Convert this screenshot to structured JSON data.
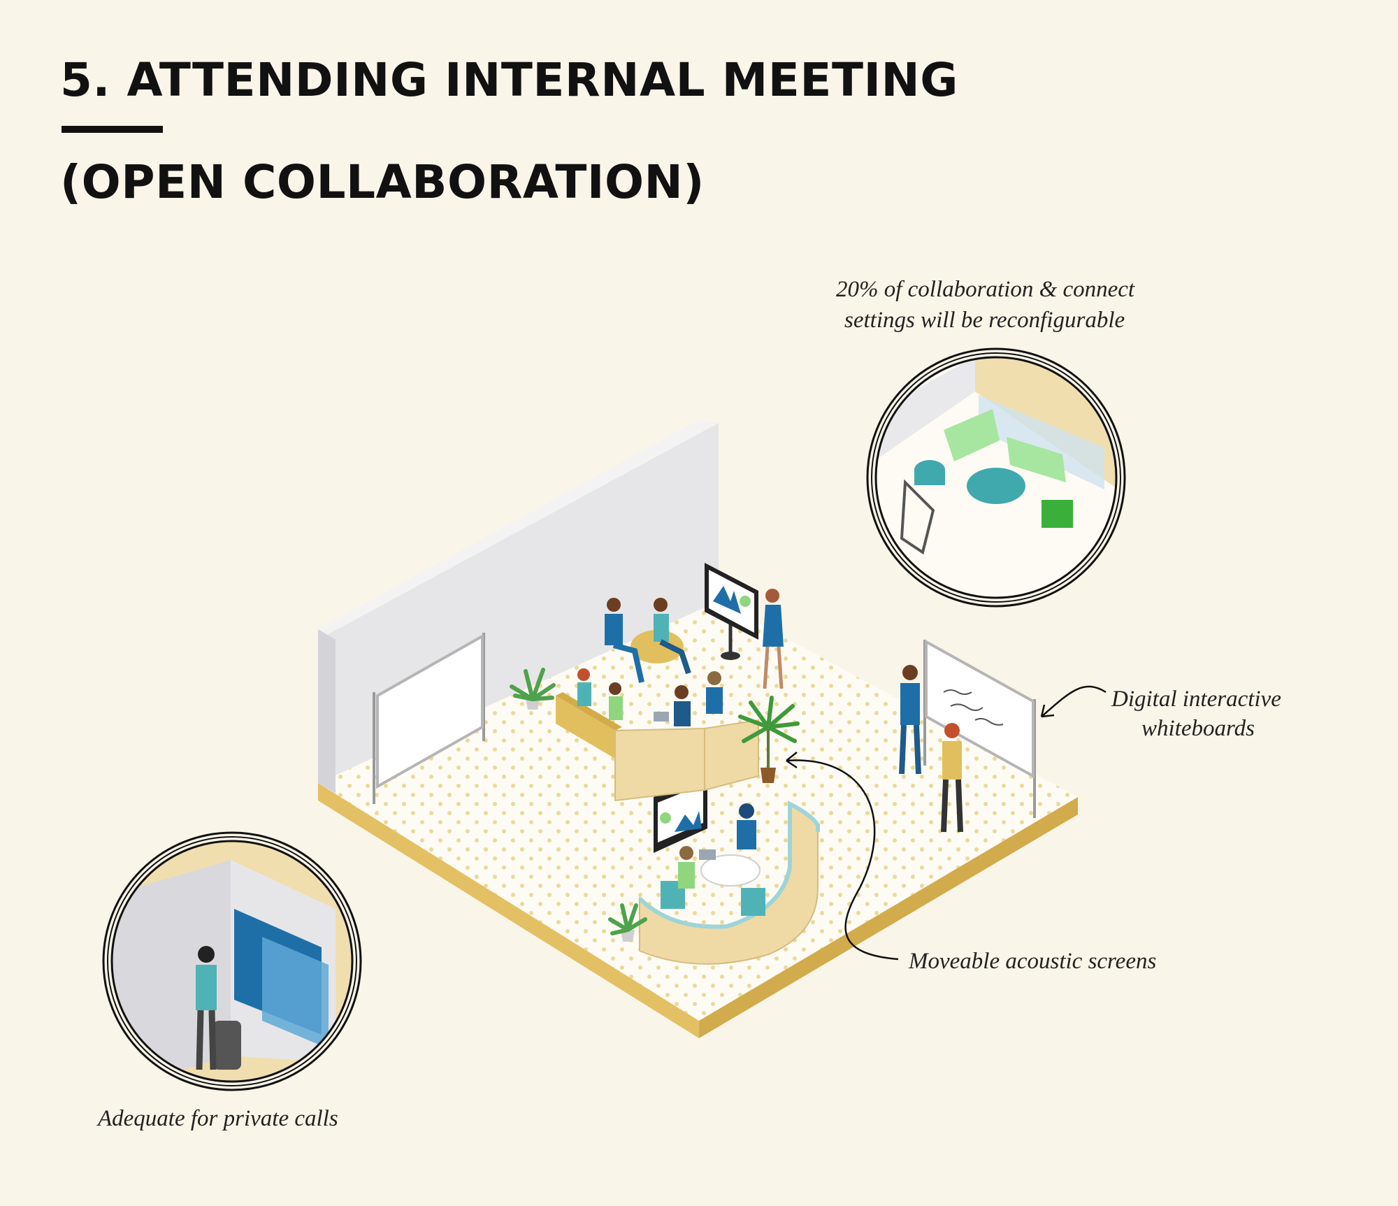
{
  "header": {
    "title": "5. ATTENDING INTERNAL MEETING",
    "subtitle": "(OPEN COLLABORATION)"
  },
  "callouts": {
    "reconfigurable_line1": "20% of collaboration & connect",
    "reconfigurable_line2": "settings will be reconfigurable",
    "whiteboards_line1": "Digital interactive",
    "whiteboards_line2": "whiteboards",
    "acoustic_screens": "Moveable acoustic screens",
    "private_calls": "Adequate for private calls"
  },
  "colors": {
    "background": "#f9f5e8",
    "floor": "#fdfbf4",
    "floor_edge": "#e3c064",
    "wall": "#e4e4e6",
    "accent_blue": "#1e6fa8",
    "accent_teal": "#4fb3b5",
    "accent_green": "#8fd67e",
    "accent_yellow": "#e2bf5e"
  },
  "icons": {
    "plant": "potted-plant-icon",
    "person": "person-icon",
    "screen": "display-screen-icon",
    "whiteboard": "whiteboard-icon"
  }
}
